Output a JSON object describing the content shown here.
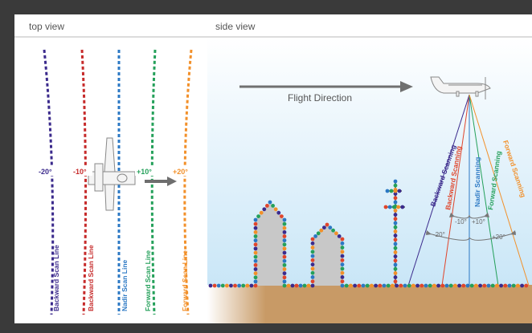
{
  "labels": {
    "top_view": "top view",
    "side_view": "side view",
    "flight_direction": "Flight Direction"
  },
  "top_view_lines": [
    {
      "name": "Backward Scan Line",
      "angle": "-20°",
      "color": "#3b2a8c"
    },
    {
      "name": "Backward Scan Line",
      "angle": "-10°",
      "color": "#c62a2a"
    },
    {
      "name": "Nadir Scan Line",
      "angle": "",
      "color": "#2b78c4"
    },
    {
      "name": "Forward Scan Line",
      "angle": "+10°",
      "color": "#24a05a"
    },
    {
      "name": "Forward Scan Line",
      "angle": "+20°",
      "color": "#f2902a"
    }
  ],
  "side_view_beams": [
    {
      "name": "Backward Scanning",
      "color": "#3b2a8c"
    },
    {
      "name": "Backward Scanning",
      "color": "#e0452b"
    },
    {
      "name": "Nadir Scanning",
      "color": "#2b78c4"
    },
    {
      "name": "Forward Scanning",
      "color": "#24a05a"
    },
    {
      "name": "Forward Scanning",
      "color": "#f2902a"
    }
  ],
  "angles": {
    "minus20": "-20°",
    "minus10": "-10°",
    "plus10": "+10°",
    "plus20": "+20°"
  },
  "colors": {
    "panel_bg": "#ffffff",
    "sky_top": "#ffffff",
    "sky_bottom": "#c9e6f7",
    "ground": "#c89a66",
    "building": "#c8c8c8",
    "arrow": "#707070",
    "frame": "#3a3a3a"
  }
}
